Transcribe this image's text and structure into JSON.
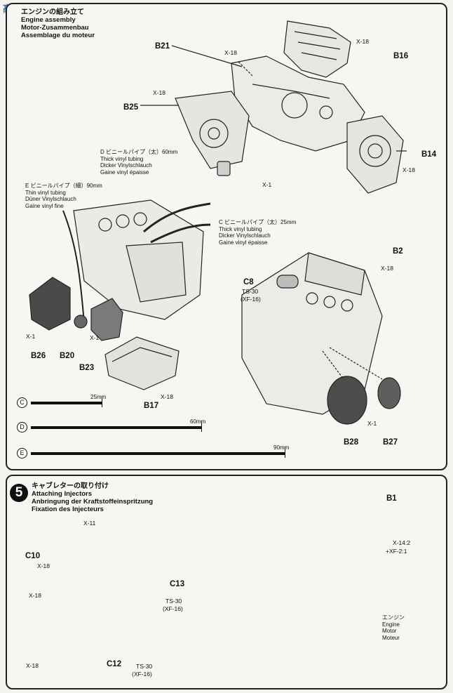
{
  "step4": {
    "title_jp": "エンジンの組み立て",
    "title_en": "Engine assembly",
    "title_de": "Motor-Zusammenbau",
    "title_fr": "Assemblage du moteur",
    "parts": {
      "B21": "B21",
      "B16": "B16",
      "B25": "B25",
      "B14": "B14",
      "B2": "B2",
      "C8": "C8",
      "B26": "B26",
      "B20": "B20",
      "B23": "B23",
      "B17": "B17",
      "B28": "B28",
      "B27": "B27"
    },
    "screws": {
      "x18": "X-18",
      "x1": "X-1"
    },
    "paint": {
      "ts30": "TS-30",
      "xf16": "(XF-16)"
    },
    "tube_d": {
      "jp": "ビニールパイプ（太）60mm",
      "en": "Thick vinyl tubing",
      "de": "Dicker Vinylschlauch",
      "fr": "Gaine vinyl épaisse",
      "letter": "D"
    },
    "tube_e": {
      "jp": "ビニールパイプ（細）90mm",
      "en": "Thin vinyl tubing",
      "de": "Düner Vinylschlauch",
      "fr": "Gaine vinyl fine",
      "letter": "E"
    },
    "tube_c": {
      "jp": "ビニールパイプ（太）25mm",
      "en": "Thick vinyl tubing",
      "de": "Dicker Vinylschlauch",
      "fr": "Gaine vinyl épaisse",
      "letter": "C"
    },
    "rulers": [
      {
        "letter": "C",
        "label": "25mm",
        "fraction": 0.28
      },
      {
        "letter": "D",
        "label": "60mm",
        "fraction": 0.67
      },
      {
        "letter": "E",
        "label": "90mm",
        "fraction": 1.0
      }
    ]
  },
  "step5": {
    "number": "5",
    "title_jp": "キャブレターの取り付け",
    "title_en": "Attaching Injectors",
    "title_de": "Anbringung der Kraftstoffeinspritzung",
    "title_fr": "Fixation des Injecteurs",
    "parts": {
      "B1": "B1",
      "C10": "C10",
      "C13": "C13",
      "C12": "C12"
    },
    "screws": {
      "x11": "X-11",
      "x18": "X-18",
      "x14": "X-14:2",
      "xf": "+XF-2:1"
    },
    "paint": {
      "ts30": "TS-30",
      "xf16": "(XF-16)"
    },
    "engine": {
      "jp": "エンジン",
      "en": "Engine",
      "de": "Motor",
      "fr": "Moteur"
    }
  },
  "logo": "高"
}
